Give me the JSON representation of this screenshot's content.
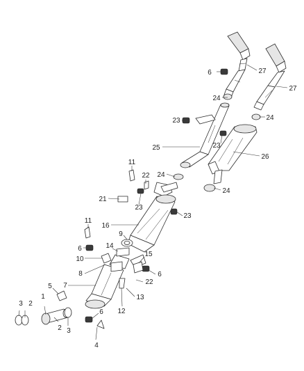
{
  "diagram": {
    "callouts": [
      {
        "label": "1"
      },
      {
        "label": "2"
      },
      {
        "label": "2"
      },
      {
        "label": "3"
      },
      {
        "label": "3"
      },
      {
        "label": "4"
      },
      {
        "label": "5"
      },
      {
        "label": "6"
      },
      {
        "label": "6"
      },
      {
        "label": "6"
      },
      {
        "label": "6"
      },
      {
        "label": "7"
      },
      {
        "label": "8"
      },
      {
        "label": "9"
      },
      {
        "label": "10"
      },
      {
        "label": "11"
      },
      {
        "label": "11"
      },
      {
        "label": "12"
      },
      {
        "label": "13"
      },
      {
        "label": "14"
      },
      {
        "label": "15"
      },
      {
        "label": "16"
      },
      {
        "label": "21"
      },
      {
        "label": "22"
      },
      {
        "label": "22"
      },
      {
        "label": "23"
      },
      {
        "label": "23"
      },
      {
        "label": "23"
      },
      {
        "label": "23"
      },
      {
        "label": "24"
      },
      {
        "label": "24"
      },
      {
        "label": "24"
      },
      {
        "label": "24"
      },
      {
        "label": "25"
      },
      {
        "label": "26"
      },
      {
        "label": "27"
      },
      {
        "label": "27"
      }
    ]
  }
}
